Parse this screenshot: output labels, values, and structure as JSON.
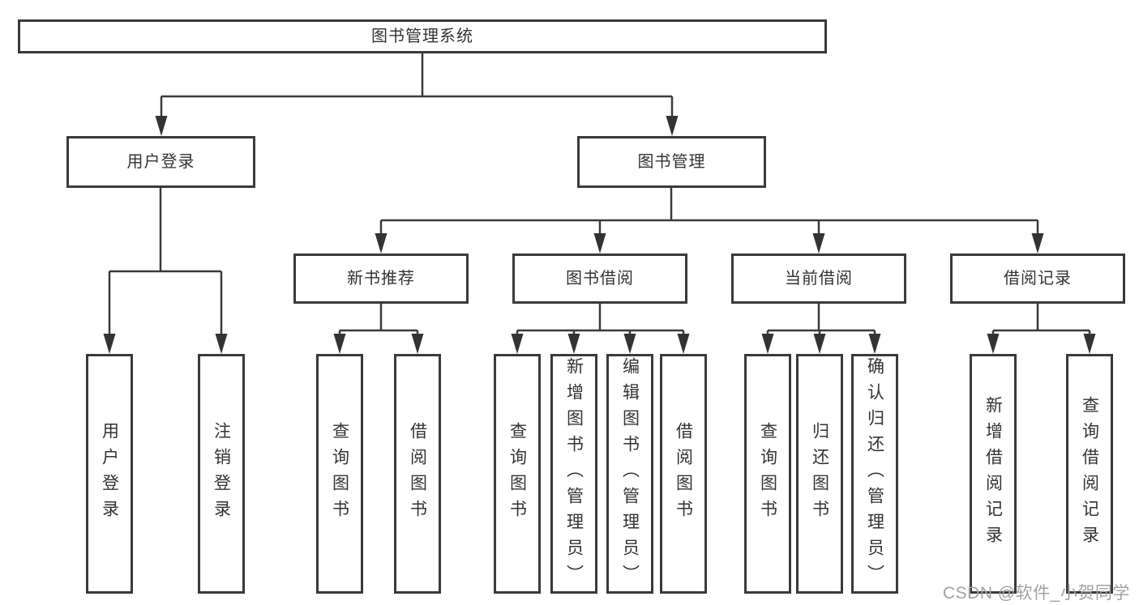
{
  "watermark": "CSDN @软件_小贺同学",
  "colors": {
    "line": "#3a3a3a",
    "box_border": "#3a3a3a",
    "text": "#333333",
    "watermark": "#a2a2a2",
    "background": "#ffffff"
  },
  "tree": {
    "root": {
      "label": "图书管理系统",
      "children": [
        {
          "label": "用户登录",
          "children": [
            {
              "label": "用户登录"
            },
            {
              "label": "注销登录"
            }
          ]
        },
        {
          "label": "图书管理",
          "children": [
            {
              "label": "新书推荐",
              "children": [
                {
                  "label": "查询图书"
                },
                {
                  "label": "借阅图书"
                }
              ]
            },
            {
              "label": "图书借阅",
              "children": [
                {
                  "label": "查询图书"
                },
                {
                  "label": "新增图书（管理员）"
                },
                {
                  "label": "编辑图书（管理员）"
                },
                {
                  "label": "借阅图书"
                }
              ]
            },
            {
              "label": "当前借阅",
              "children": [
                {
                  "label": "查询图书"
                },
                {
                  "label": "归还图书"
                },
                {
                  "label": "确认归还（管理员）"
                }
              ]
            },
            {
              "label": "借阅记录",
              "children": [
                {
                  "label": "新增借阅记录"
                },
                {
                  "label": "查询借阅记录"
                }
              ]
            }
          ]
        }
      ]
    }
  }
}
